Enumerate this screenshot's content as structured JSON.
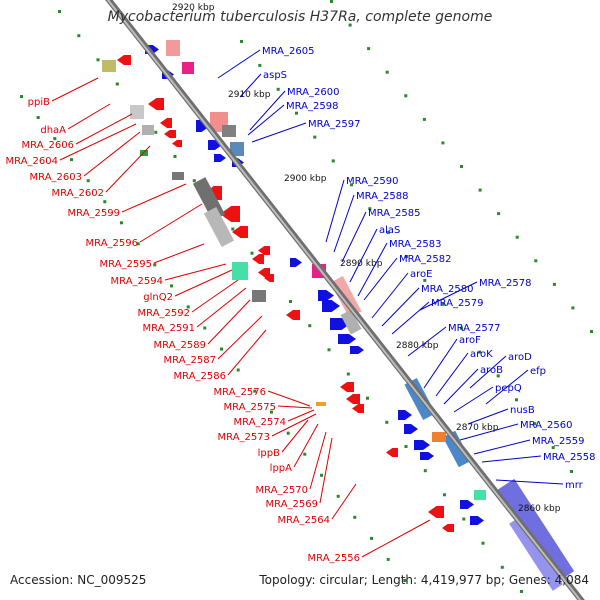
{
  "title": "Mycobacterium tuberculosis H37Ra, complete genome",
  "footer": {
    "accession": "Accession: NC_009525",
    "summary": "Topology: circular; Length: 4,419,977 bp; Genes: 4,084"
  },
  "colors": {
    "backbone": "#8a8a8a",
    "forward_label": "#0000cc",
    "reverse_label": "#dd0000",
    "tick": "#2a8a2a",
    "forward_gene": "#1010e0",
    "reverse_gene": "#ee1111"
  },
  "scale_labels": [
    "2920 kbp",
    "2910 kbp",
    "2900 kbp",
    "2890 kbp",
    "2880 kbp",
    "2870 kbp",
    "2860 kbp"
  ],
  "forward_genes": [
    "MRA_2605",
    "aspS",
    "MRA_2600",
    "MRA_2598",
    "MRA_2597",
    "MRA_2590",
    "MRA_2588",
    "MRA_2585",
    "alaS",
    "MRA_2583",
    "MRA_2582",
    "aroE",
    "MRA_2580",
    "MRA_2578",
    "MRA_2579",
    "MRA_2577",
    "aroF",
    "aroK",
    "aroD",
    "aroB",
    "efp",
    "pepQ",
    "nusB",
    "MRA_2560",
    "MRA_2559",
    "MRA_2558",
    "mrr"
  ],
  "reverse_genes": [
    "ppiB",
    "dhaA",
    "MRA_2606",
    "MRA_2604",
    "MRA_2603",
    "MRA_2602",
    "MRA_2599",
    "MRA_2596",
    "MRA_2595",
    "MRA_2594",
    "glnQ2",
    "MRA_2592",
    "MRA_2591",
    "MRA_2589",
    "MRA_2587",
    "MRA_2586",
    "MRA_2576",
    "MRA_2575",
    "MRA_2574",
    "MRA_2573",
    "lppB",
    "lppA",
    "MRA_2570",
    "MRA_2569",
    "MRA_2564",
    "MRA_2556"
  ]
}
